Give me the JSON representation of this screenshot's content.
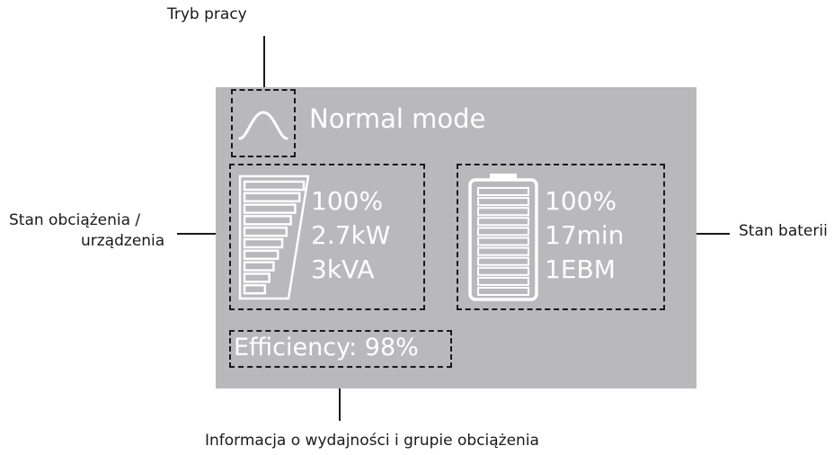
{
  "callouts": {
    "mode": "Tryb pracy",
    "load_line1": "Stan obciążenia /",
    "load_line2": "urządzenia",
    "battery": "Stan baterii",
    "efficiency": "Informacja o wydajności i grupie obciążenia"
  },
  "display": {
    "mode_label": "Normal mode",
    "load": {
      "percent": "100%",
      "power": "2.7kW",
      "apparent": "3kVA",
      "level": 1.0
    },
    "battery": {
      "percent": "100%",
      "runtime": "17min",
      "ebm": "1EBM",
      "level": 1.0
    },
    "efficiency": "Efficiency: 98%",
    "icons": [
      "sine-wave-icon",
      "load-bars-icon",
      "battery-icon"
    ]
  },
  "colors": {
    "screen_bg": "#b9b9bc",
    "lcd_text": "#ffffff",
    "annotation": "#1a1a1a"
  }
}
